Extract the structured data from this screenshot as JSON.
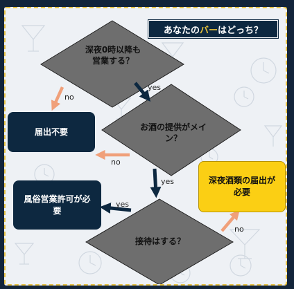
{
  "title": {
    "prefix": "あなたの",
    "highlight": "バー",
    "suffix": "はどっち？"
  },
  "decisions": {
    "q1": "深夜0時以降も営業する？",
    "q2": "お酒の提供がメイン？",
    "q3": "接待はする？"
  },
  "results": {
    "no_notification": "届出不要",
    "late_night_alcohol": "深夜酒類の届出が必要",
    "entertainment_permit": "風俗営業許可が必要"
  },
  "edge_labels": {
    "q1_no": "no",
    "q1_yes": "yes",
    "q2_no": "no",
    "q2_yes": "yes",
    "q3_yes": "yes",
    "q3_no": "no"
  },
  "colors": {
    "background": "#12243a",
    "panel": "#eef1f5",
    "dashed_border": "#e6c144",
    "diamond": "#6e6e6e",
    "dark_node": "#0d2840",
    "yellow_node": "#fbcf14",
    "yes_arrow": "#0d2840",
    "no_arrow": "#f0a07a",
    "title_highlight": "#e8c23a"
  }
}
